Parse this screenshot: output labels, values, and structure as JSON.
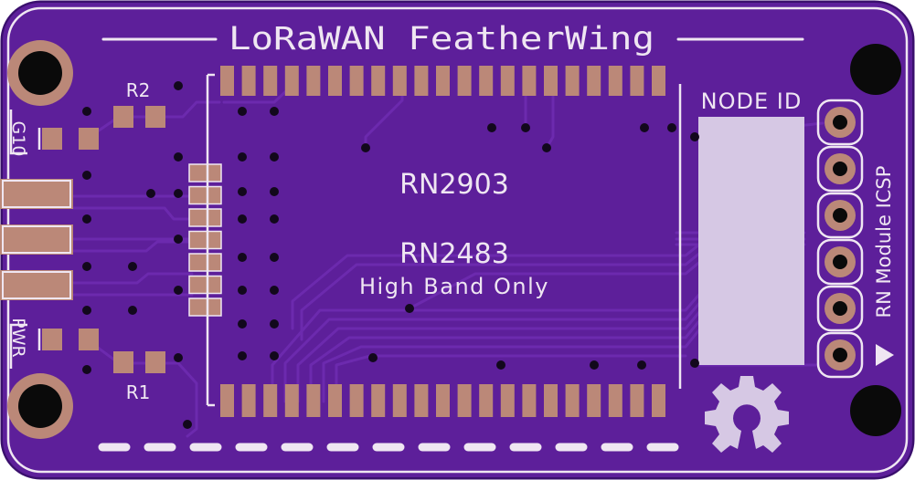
{
  "board": {
    "title": "LoRaWAN FeatherWing",
    "module_label_1": "RN2903",
    "module_label_2": "RN2483",
    "module_label_3": "High Band Only",
    "node_id_label": "NODE ID",
    "icsp_label": "RN Module ICSP",
    "r1_label": "R1",
    "r2_label": "R2",
    "g10_label": "G10",
    "pwr_label": "PWR"
  },
  "colors": {
    "board_edge": "#3a0f6d",
    "board_fill": "#5d1f9a",
    "trace": "#6c2aae",
    "silkscreen": "#efe6f2",
    "pad_copper": "#bb8878",
    "node_id_box": "#d6c8e4",
    "drill_hole": "#0a0a0a",
    "via": "#12081c"
  },
  "icons": {
    "logo": "open-hardware-gear-icon",
    "pin1_marker": "triangle-marker-icon"
  }
}
